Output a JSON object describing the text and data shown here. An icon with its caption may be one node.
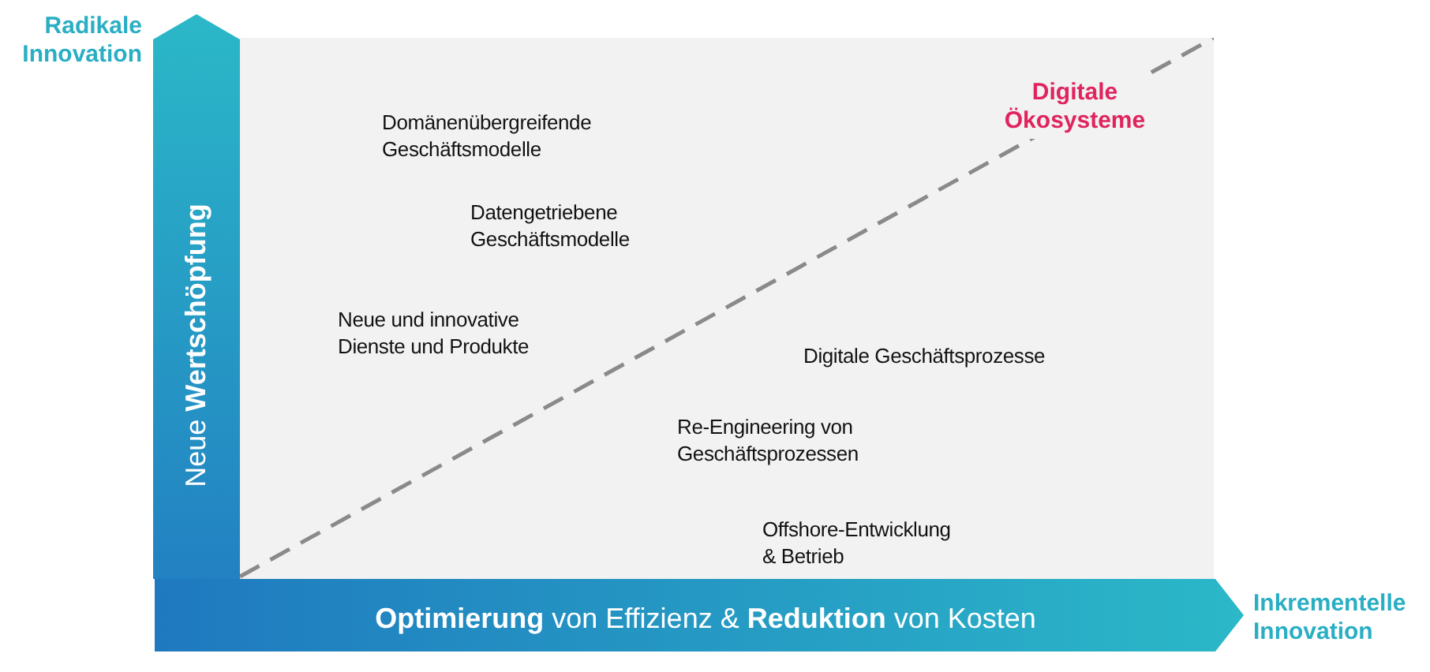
{
  "diagram": {
    "nodes": [
      {
        "text": [
          "Neue **Wertschöpfung**"
        ],
        "beside": [
          "Radikale Innovation"
        ]
      },
      {
        "text": [
          "**Optimierung** von Effizienz & **Reduktion** von Kosten"
        ],
        "beside": [
          "Inkrementelle Innovation"
        ]
      }
    ],
    "labels": [
      "Domänenübergreifende Geschäftsmodelle",
      "Digitale Ökosysteme",
      "Datengetriebene Geschäftsmodelle",
      "Neue und innovative Dienste und Produkte",
      "Digitale Geschäftsprozesse",
      "Re-Engineering von Geschäftsprozessen",
      "Offshore-Entwicklung & Betrieb"
    ]
  }
}
